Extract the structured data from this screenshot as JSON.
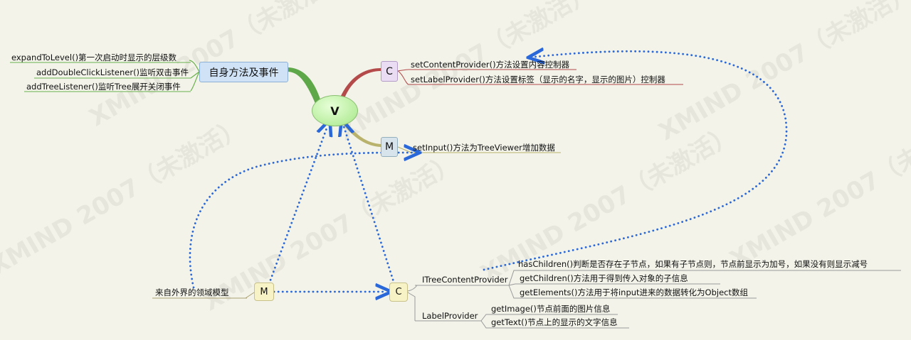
{
  "watermark": "XMIND 2007（未激活）",
  "center": {
    "label": "V"
  },
  "left_topic": {
    "label": "自身方法及事件",
    "items": [
      "expandToLevel()第一次启动时显示的层级数",
      "addDoubleClickListener()监听双击事件",
      "addTreeListener()监听Tree展开关闭事件"
    ]
  },
  "c_top": {
    "label": "C",
    "items": [
      "setContentProvider()方法设置内容控制器",
      "setLabelProvider()方法设置标签（显示的名字，显示的图片）控制器"
    ]
  },
  "m_top": {
    "label": "M",
    "items": [
      "setInput()方法为TreeViewer增加数据"
    ]
  },
  "m_bottom": {
    "label": "M",
    "caption": "来自外界的领域模型"
  },
  "c_bottom": {
    "label": "C",
    "itree": {
      "label": "ITreeContentProvider",
      "items": [
        "hasChildren()判断是否存在子节点，如果有子节点则，节点前显示为加号，如果没有则显示减号",
        "getChildren()方法用于得到传入对象的子信息",
        "getElements()方法用于将input进来的数据转化为Object数组"
      ]
    },
    "labelprov": {
      "label": "LabelProvider",
      "items": [
        "getImage()节点前面的图片信息",
        "getText()节点上的显示的文字信息"
      ]
    }
  },
  "colors": {
    "background": "#f3f3ea",
    "connector": "#2a67d8",
    "branch_left": "#6ab04c",
    "branch_c": "#b34a4a",
    "branch_m": "#b8b16a"
  }
}
